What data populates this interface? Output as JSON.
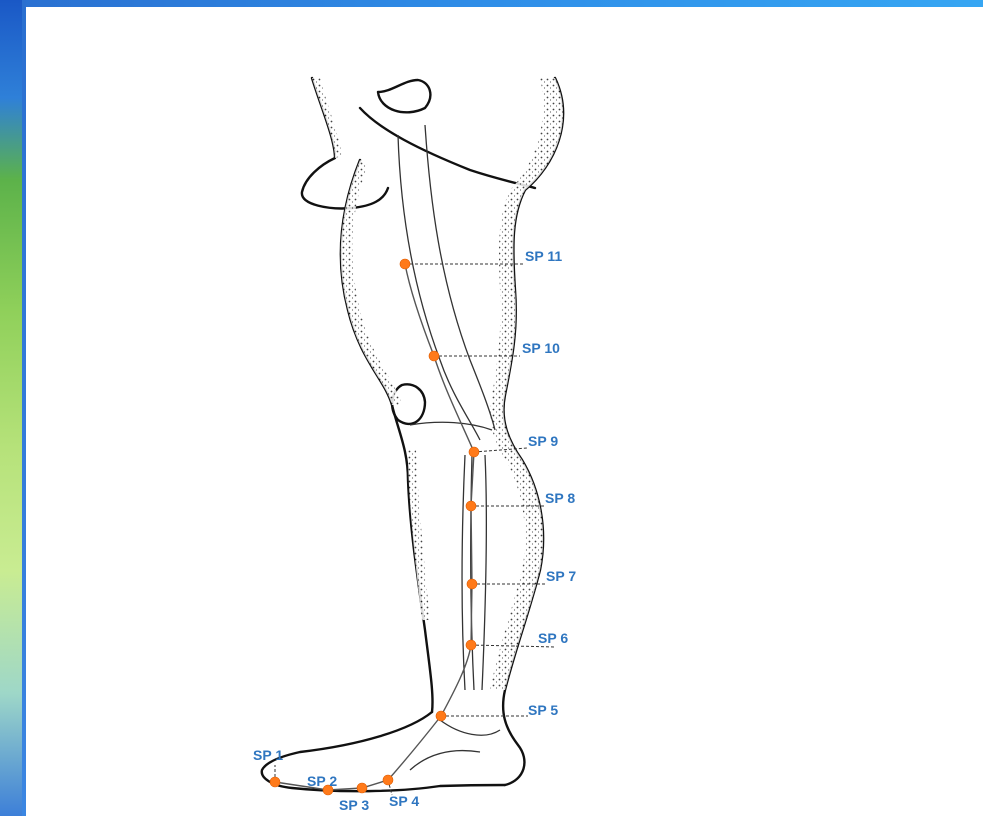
{
  "diagram": {
    "subject": "spleen-meridian-leg",
    "accent_color": "#ff7a1a",
    "label_color": "#2f76c0",
    "points": [
      {
        "id": "sp1",
        "label": "SP 1"
      },
      {
        "id": "sp2",
        "label": "SP 2"
      },
      {
        "id": "sp3",
        "label": "SP 3"
      },
      {
        "id": "sp4",
        "label": "SP 4"
      },
      {
        "id": "sp5",
        "label": "SP 5"
      },
      {
        "id": "sp6",
        "label": "SP 6"
      },
      {
        "id": "sp7",
        "label": "SP 7"
      },
      {
        "id": "sp8",
        "label": "SP 8"
      },
      {
        "id": "sp9",
        "label": "SP 9"
      },
      {
        "id": "sp10",
        "label": "SP 10"
      },
      {
        "id": "sp11",
        "label": "SP 11"
      }
    ]
  }
}
